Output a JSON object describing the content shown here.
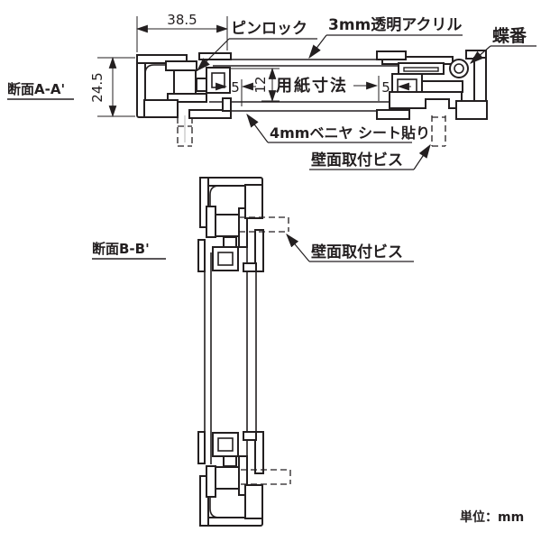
{
  "drawing": {
    "unit_note": "単位：mm",
    "section_a": {
      "title": "断面A-A'",
      "dims": {
        "width": "38.5",
        "height": "24.5",
        "margin_left": "5",
        "depth": "12",
        "margin_right": "5"
      },
      "paper_label": "用紙寸法",
      "labels": {
        "pin_lock": "ピンロック",
        "acrylic": "3mm透明アクリル",
        "hinge": "蝶番",
        "plywood": "4mmベニヤ シート貼り",
        "wall_screw": "壁面取付ビス"
      }
    },
    "section_b": {
      "title": "断面B-B'",
      "labels": {
        "wall_screw": "壁面取付ビス"
      }
    },
    "colors": {
      "line": "#231f20",
      "background": "#ffffff",
      "hidden_line_gray": "#b5b5b5"
    }
  }
}
